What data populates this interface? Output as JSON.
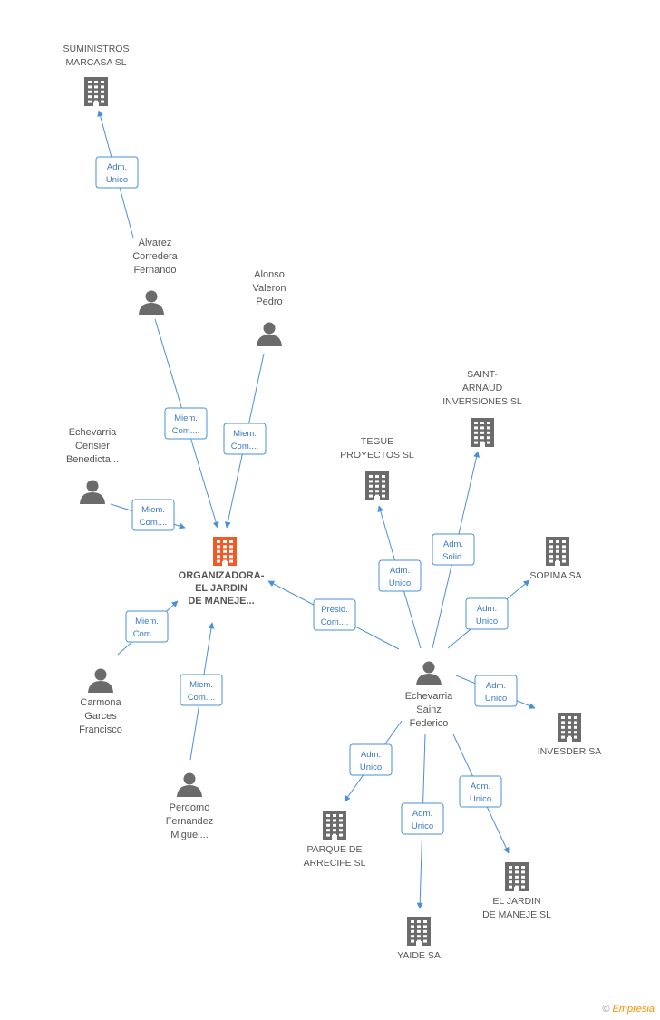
{
  "center": {
    "name_lines": [
      "ORGANIZADORA-",
      "EL JARDIN",
      "DE MANEJE..."
    ],
    "color": "#f05a28"
  },
  "companies": [
    {
      "id": "suministros",
      "name_lines": [
        "SUMINISTROS",
        "MARCASA SL"
      ]
    },
    {
      "id": "tegue",
      "name_lines": [
        "TEGUE",
        "PROYECTOS SL"
      ]
    },
    {
      "id": "saint-arnaud",
      "name_lines": [
        "SAINT-",
        "ARNAUD",
        "INVERSIONES SL"
      ]
    },
    {
      "id": "sopima",
      "name_lines": [
        "SOPIMA SA"
      ]
    },
    {
      "id": "invesder",
      "name_lines": [
        "INVESDER SA"
      ]
    },
    {
      "id": "parque",
      "name_lines": [
        "PARQUE DE",
        "ARRECIFE SL"
      ]
    },
    {
      "id": "yaide",
      "name_lines": [
        "YAIDE SA"
      ]
    },
    {
      "id": "jardin",
      "name_lines": [
        "EL JARDIN",
        "DE MANEJE SL"
      ]
    }
  ],
  "persons": [
    {
      "id": "alvarez",
      "name_lines": [
        "Alvarez",
        "Corredera",
        "Fernando"
      ]
    },
    {
      "id": "alonso",
      "name_lines": [
        "Alonso",
        "Valeron",
        "Pedro"
      ]
    },
    {
      "id": "cerisier",
      "name_lines": [
        "Echevarria",
        "Cerisier",
        "Benedicta..."
      ]
    },
    {
      "id": "carmona",
      "name_lines": [
        "Carmona",
        "Garces",
        "Francisco"
      ]
    },
    {
      "id": "perdomo",
      "name_lines": [
        "Perdomo",
        "Fernandez",
        "Miguel..."
      ]
    },
    {
      "id": "sainz",
      "name_lines": [
        "Echevarria",
        "Sainz",
        "Federico"
      ]
    }
  ],
  "relations": [
    {
      "from": "alvarez",
      "to": "suministros",
      "label_lines": [
        "Adm.",
        "Unico"
      ]
    },
    {
      "from": "alvarez",
      "to": "center",
      "label_lines": [
        "Miem.",
        "Com...."
      ]
    },
    {
      "from": "alonso",
      "to": "center",
      "label_lines": [
        "Miem.",
        "Com...."
      ]
    },
    {
      "from": "cerisier",
      "to": "center",
      "label_lines": [
        "Miem.",
        "Com...."
      ]
    },
    {
      "from": "carmona",
      "to": "center",
      "label_lines": [
        "Miem.",
        "Com...."
      ]
    },
    {
      "from": "perdomo",
      "to": "center",
      "label_lines": [
        "Miem.",
        "Com...."
      ]
    },
    {
      "from": "sainz",
      "to": "center",
      "label_lines": [
        "Presid.",
        "Com...."
      ]
    },
    {
      "from": "sainz",
      "to": "tegue",
      "label_lines": [
        "Adm.",
        "Unico"
      ]
    },
    {
      "from": "sainz",
      "to": "saint-arnaud",
      "label_lines": [
        "Adm.",
        "Solid."
      ]
    },
    {
      "from": "sainz",
      "to": "sopima",
      "label_lines": [
        "Adm.",
        "Unico"
      ]
    },
    {
      "from": "sainz",
      "to": "invesder",
      "label_lines": [
        "Adm.",
        "Unico"
      ]
    },
    {
      "from": "sainz",
      "to": "parque",
      "label_lines": [
        "Adm.",
        "Unico"
      ]
    },
    {
      "from": "sainz",
      "to": "yaide",
      "label_lines": [
        "Adm.",
        "Unico"
      ]
    },
    {
      "from": "sainz",
      "to": "jardin",
      "label_lines": [
        "Adm.",
        "Unico"
      ]
    }
  ],
  "colors": {
    "edge": "#4a90d9",
    "icon": "#6b6b6b",
    "text": "#555555",
    "brand": "#f39200"
  },
  "footer": {
    "copyright": "©",
    "brand": "Empresia"
  }
}
